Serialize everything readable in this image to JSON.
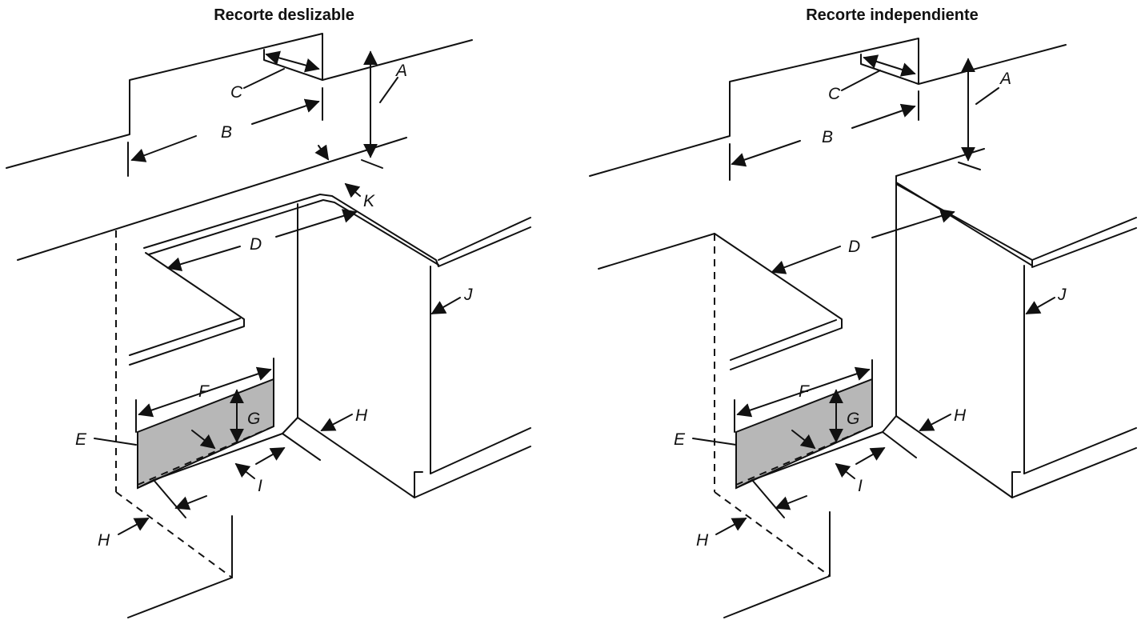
{
  "titles": {
    "left": "Recorte deslizable",
    "right": "Recorte independiente"
  },
  "labels": {
    "A": "A",
    "B": "B",
    "C": "C",
    "D": "D",
    "E": "E",
    "F": "F",
    "G": "G",
    "H": "H",
    "I": "I",
    "J": "J",
    "K": "K"
  },
  "colors": {
    "line": "#111111",
    "cutout_fill": "#b7b7b7",
    "background": "#ffffff"
  }
}
